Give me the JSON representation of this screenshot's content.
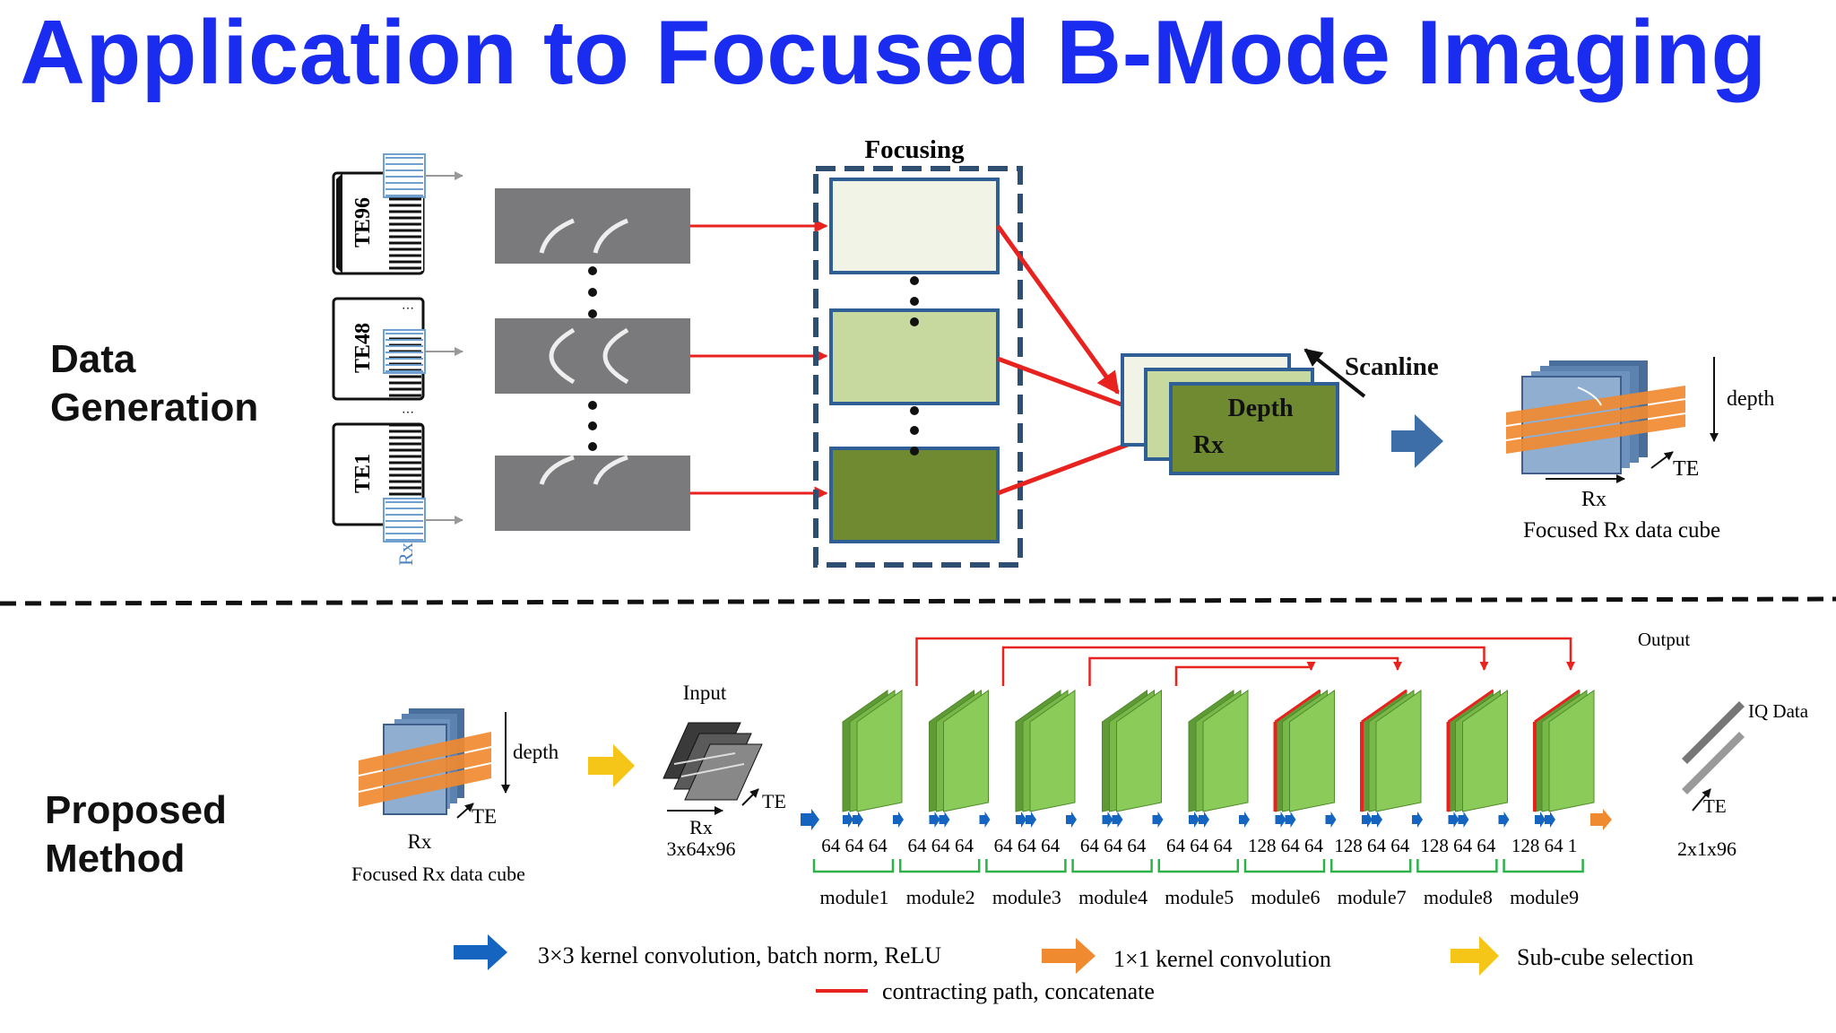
{
  "title": "Application to Focused B-Mode Imaging",
  "sections": {
    "data_generation": [
      "Data",
      "Generation"
    ],
    "proposed_method": [
      "Proposed",
      "Method"
    ]
  },
  "top": {
    "te_labels": [
      "TE96",
      "TE48",
      "TE1"
    ],
    "rx_label": "Rx",
    "focusing": "Focusing",
    "scanline": "Scanline",
    "depth": "Depth",
    "rx": "Rx",
    "cube": {
      "depth": "depth",
      "te": "TE",
      "rx": "Rx",
      "caption": "Focused Rx data cube"
    }
  },
  "bottom": {
    "cube": {
      "depth": "depth",
      "te": "TE",
      "rx": "Rx",
      "caption": "Focused Rx data cube"
    },
    "input": {
      "label": "Input",
      "te": "TE",
      "rx": "Rx",
      "dims": "3x64x96"
    },
    "output": {
      "label": "Output",
      "iq": "IQ Data",
      "te": "TE",
      "dims": "2x1x96"
    },
    "channels": [
      "64 64 64",
      "64 64 64",
      "64 64 64",
      "64 64 64",
      "64 64 64",
      "128 64 64",
      "128 64 64",
      "128 64 64",
      "128 64 1"
    ],
    "modules": [
      "module1",
      "module2",
      "module3",
      "module4",
      "module5",
      "module6",
      "module7",
      "module8",
      "module9"
    ]
  },
  "legend": {
    "blue": "3×3 kernel convolution, batch norm, ReLU",
    "orange": "1×1 kernel convolution",
    "yellow": "Sub-cube selection",
    "red": "contracting path, concatenate"
  },
  "colors": {
    "title": "#1a2cf0",
    "red": "#e8231f",
    "blue": "#1565c0",
    "orange": "#f08a30",
    "yellow": "#f5c518",
    "green": "#7fc050",
    "focus_frame": "#2f4f72"
  }
}
